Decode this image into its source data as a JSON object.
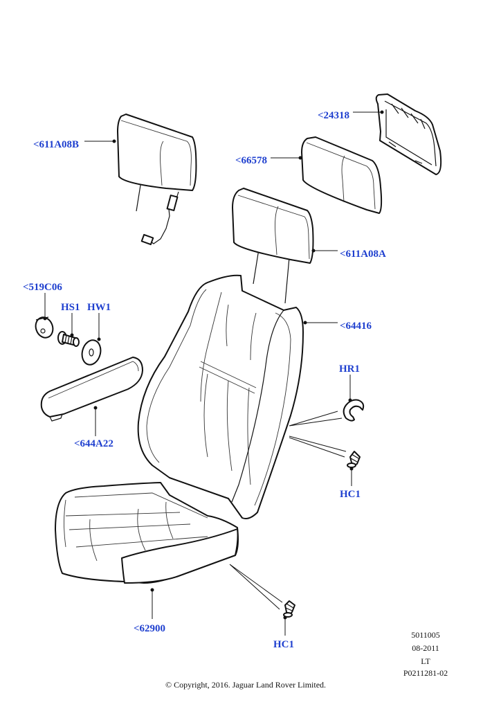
{
  "callouts": {
    "headrest_b": "<611A08B",
    "frame": "<24318",
    "pad": "<66578",
    "headrest_a": "<611A08A",
    "knob": "<519C06",
    "screw": "HS1",
    "washer": "HW1",
    "back_cover": "<64416",
    "ring": "HR1",
    "clip_back": "HC1",
    "armrest": "<644A22",
    "cushion": "<62900",
    "clip_cushion": "HC1"
  },
  "meta": {
    "code": "5011005",
    "date": "08-2011",
    "side": "LT",
    "illustration": "P0211281-02",
    "copyright": "© Copyright, 2016. Jaguar Land Rover Limited."
  },
  "colors": {
    "callout": "#1e3fcf",
    "line": "#111111"
  }
}
